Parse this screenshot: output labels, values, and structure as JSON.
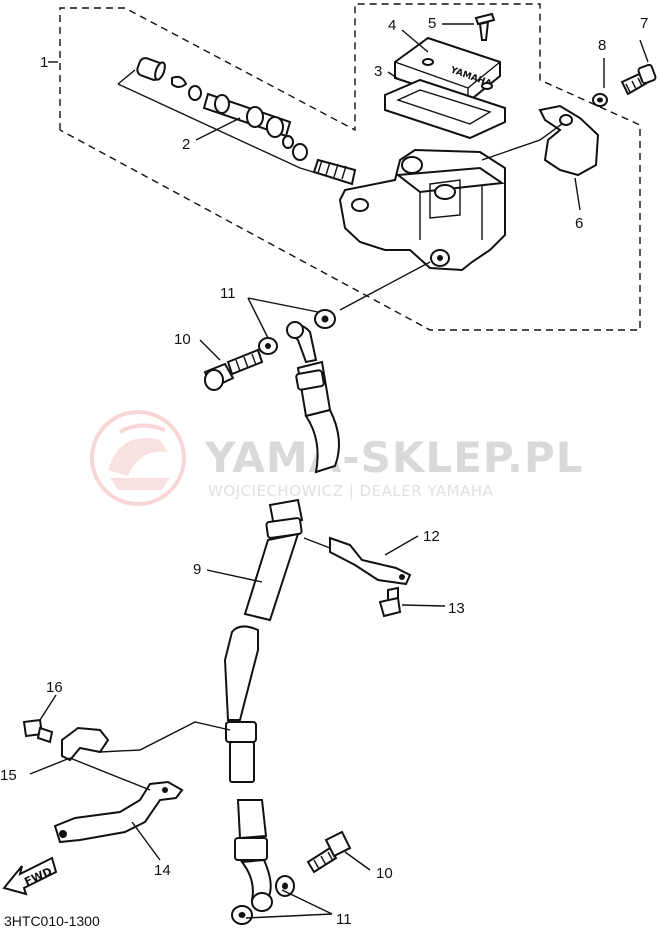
{
  "diagram": {
    "drawing_code": "3HTC010-1300",
    "callouts": [
      "1",
      "2",
      "3",
      "4",
      "5",
      "6",
      "7",
      "8",
      "9",
      "10",
      "10",
      "11",
      "11",
      "12",
      "13",
      "14",
      "15",
      "16"
    ],
    "cover_marking": "YAMAHA",
    "direction_arrow": "FWD"
  },
  "watermark": {
    "title": "YAMA-SKLEP.PL",
    "subtitle": "WOJCIECHOWICZ | DEALER YAMAHA"
  }
}
